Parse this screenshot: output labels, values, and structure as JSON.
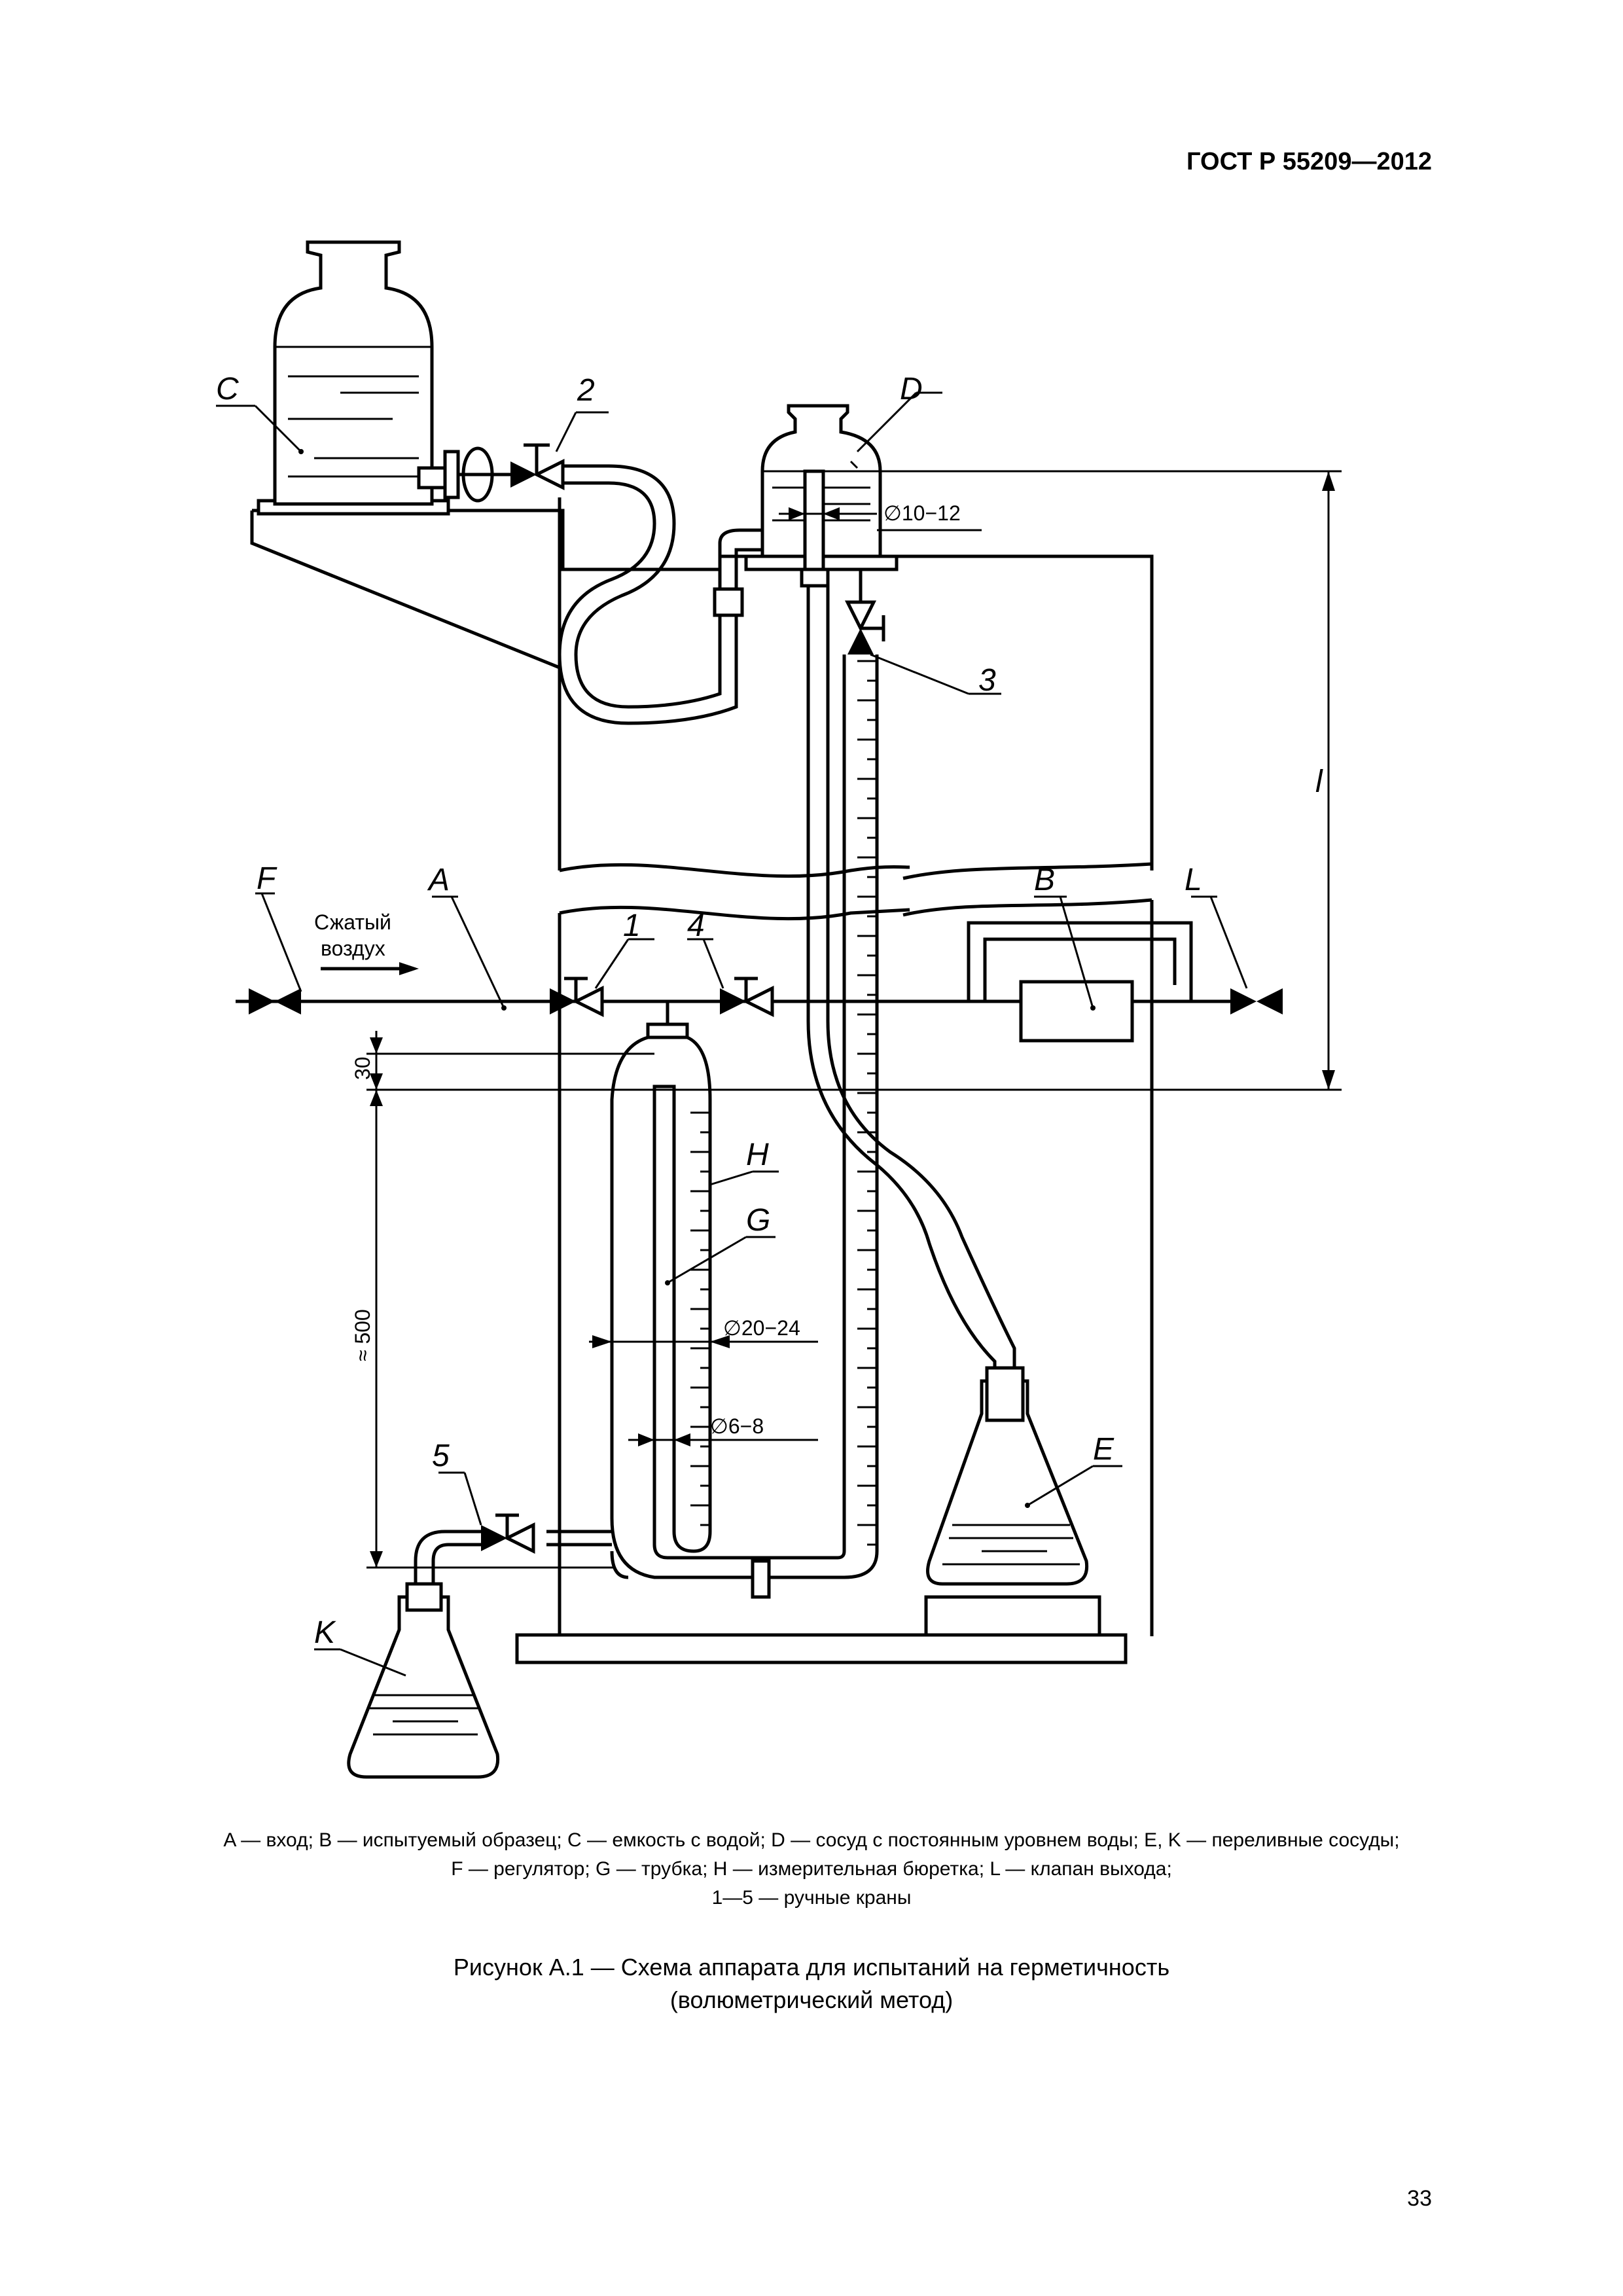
{
  "header": {
    "standard": "ГОСТ Р 55209—2012"
  },
  "figure": {
    "labels": {
      "C": "C",
      "D": "D",
      "F": "F",
      "A": "A",
      "B": "B",
      "L": "L",
      "H": "H",
      "G": "G",
      "E": "E",
      "K": "K",
      "n1": "1",
      "n2": "2",
      "n3": "3",
      "n4": "4",
      "n5": "5",
      "l": "l"
    },
    "air_text_1": "Сжатый",
    "air_text_2": "воздух",
    "dims": {
      "d10": "∅10−12",
      "d20": "∅20−24",
      "d6": "∅6−8",
      "d30": "30",
      "d500": "≈ 500"
    }
  },
  "legend": {
    "line1": "A — вход; B — испытуемый образец; C — емкость с водой; D — сосуд с постоянным уровнем воды; E, K — переливные сосуды;",
    "line2": "F — регулятор; G — трубка; H — измерительная бюретка; L — клапан выхода;",
    "line3": "1—5 — ручные краны"
  },
  "caption": {
    "line1": "Рисунок А.1 — Схема аппарата для испытаний на герметичность",
    "line2": "(волюметрический метод)"
  },
  "page_number": "33"
}
